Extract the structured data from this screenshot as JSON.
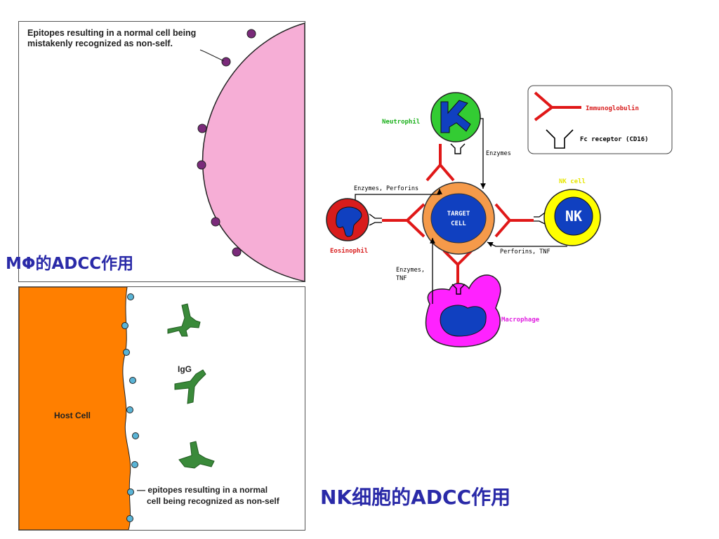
{
  "top_panel": {
    "note": "Epitopes resulting in a normal cell being mistakenly recognized as non-self."
  },
  "captions": {
    "macrophage_adcc": "MΦ的ADCC作用",
    "nk_adcc": "NK细胞的ADCC作用"
  },
  "bottom_panel": {
    "host_cell": "Host Cell",
    "igg": "IgG",
    "epitopes_line1": "— epitopes resulting in a normal",
    "epitopes_line2": "cell being recognized as non-self"
  },
  "diagram": {
    "legend_immunoglobulin": "Immunoglobulin",
    "legend_fc_receptor": "Fc receptor (CD16)",
    "neutrophil": "Neutrophil",
    "eosinophil": "Eosinophil",
    "nk_cell": "NK cell",
    "nk": "NK",
    "macrophage": "Macrophage",
    "target_line1": "TARGET",
    "target_line2": "CELL",
    "label_enzymes": "Enzymes",
    "label_enzymes_perforins": "Enzymes, Perforins",
    "label_perforins_tnf": "Perforins, TNF",
    "label_enzymes_tnf_1": "Enzymes,",
    "label_enzymes_tnf_2": "TNF"
  },
  "colors": {
    "caption": "#2a2aa8",
    "pink_cell": "#f6aed6",
    "epitope": "#7a2a7a",
    "host_cell": "#ff7f00",
    "antibody_green": "#3a8a3a",
    "epitope_blue": "#5ab4d6",
    "ig_red": "#e01818",
    "target_orange": "#f59a4a",
    "target_blue": "#1040c0",
    "neutrophil_green": "#33cc33",
    "eosinophil_red": "#d81c1c",
    "nk_yellow": "#ffff00",
    "macrophage_magenta": "#ff22ff"
  }
}
